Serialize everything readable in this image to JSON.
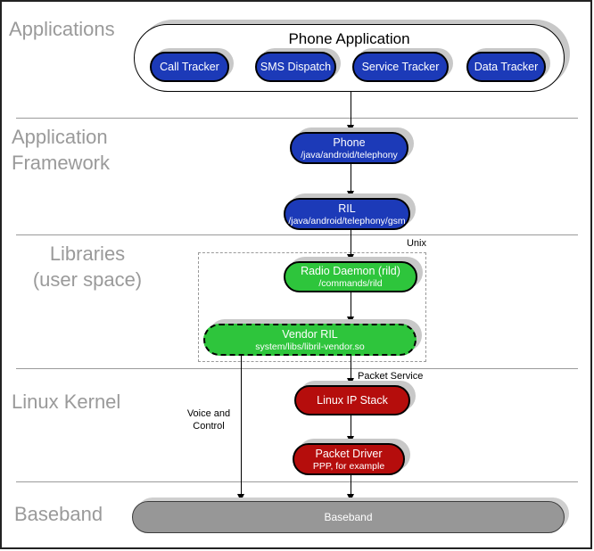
{
  "palette": {
    "app_blue": "#1c3ab8",
    "daemon_green": "#2ec53c",
    "kernel_red": "#b50d0c",
    "baseband_gray": "#979797",
    "shadow_gray": "#c8c8c8",
    "section_label_gray": "#9a9a9a"
  },
  "sections": [
    {
      "id": "applications",
      "label_lines": [
        "Applications"
      ]
    },
    {
      "id": "application-framework",
      "label_lines": [
        "Application",
        "Framework"
      ]
    },
    {
      "id": "libraries-user-space",
      "label_lines": [
        "Libraries",
        "(user space)"
      ]
    },
    {
      "id": "linux-kernel",
      "label_lines": [
        "Linux Kernel"
      ]
    },
    {
      "id": "baseband",
      "label_lines": [
        "Baseband"
      ]
    }
  ],
  "phone_application": {
    "title": "Phone Application",
    "buttons": [
      {
        "label": "Call Tracker"
      },
      {
        "label": "SMS Dispatch"
      },
      {
        "label": "Service Tracker"
      },
      {
        "label": "Data Tracker"
      }
    ]
  },
  "nodes": {
    "phone": {
      "title": "Phone",
      "subtitle": "/java/android/telephony",
      "color": "#1c3ab8"
    },
    "ril": {
      "title": "RIL",
      "subtitle": "/java/android/telephony/gsm",
      "color": "#1c3ab8"
    },
    "radio_daemon": {
      "title": "Radio Daemon (rild)",
      "subtitle": "/commands/rild",
      "color": "#2ec53c"
    },
    "vendor_ril": {
      "title": "Vendor RIL",
      "subtitle": "system/libs/libril-vendor.so",
      "color": "#2ec53c"
    },
    "linux_ip_stack": {
      "title": "Linux IP Stack",
      "color": "#b50d0c"
    },
    "packet_driver": {
      "title": "Packet Driver",
      "subtitle": "PPP, for example",
      "color": "#b50d0c"
    },
    "baseband": {
      "title": "Baseband",
      "color": "#979797"
    }
  },
  "annotations": {
    "unix": "Unix",
    "packet_service": "Packet Service",
    "voice_line1": "Voice and",
    "voice_line2": "Control"
  }
}
